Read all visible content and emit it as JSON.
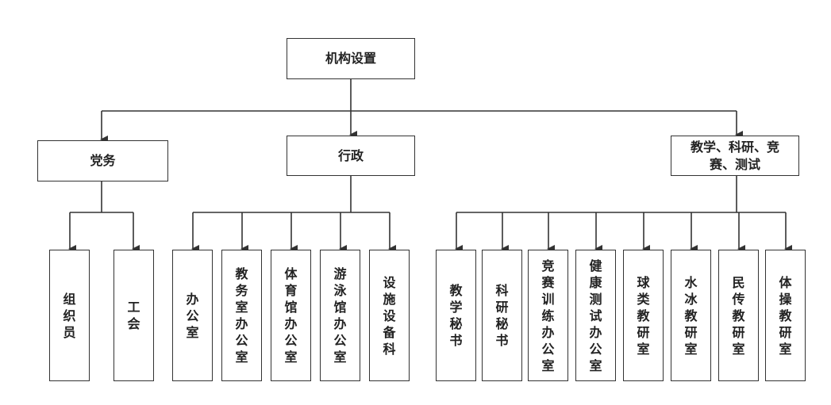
{
  "root": {
    "label": "机构设置"
  },
  "departments": [
    {
      "label": "党务",
      "children": [
        "组织员",
        "工会"
      ]
    },
    {
      "label": "行政",
      "children": [
        "办公室",
        "教务室办公室",
        "体育馆办公室",
        "游泳馆办公室",
        "设施设备科"
      ]
    },
    {
      "label": "教学、科研、竞赛、测试",
      "children": [
        "教学秘书",
        "科研秘书",
        "竞赛训练办公室",
        "健康测试办公室",
        "球类教研室",
        "水冰教研室",
        "民传教研室",
        "体操教研室"
      ]
    }
  ],
  "colors": {
    "line": "#333333",
    "border": "#333333",
    "text": "#222222"
  }
}
